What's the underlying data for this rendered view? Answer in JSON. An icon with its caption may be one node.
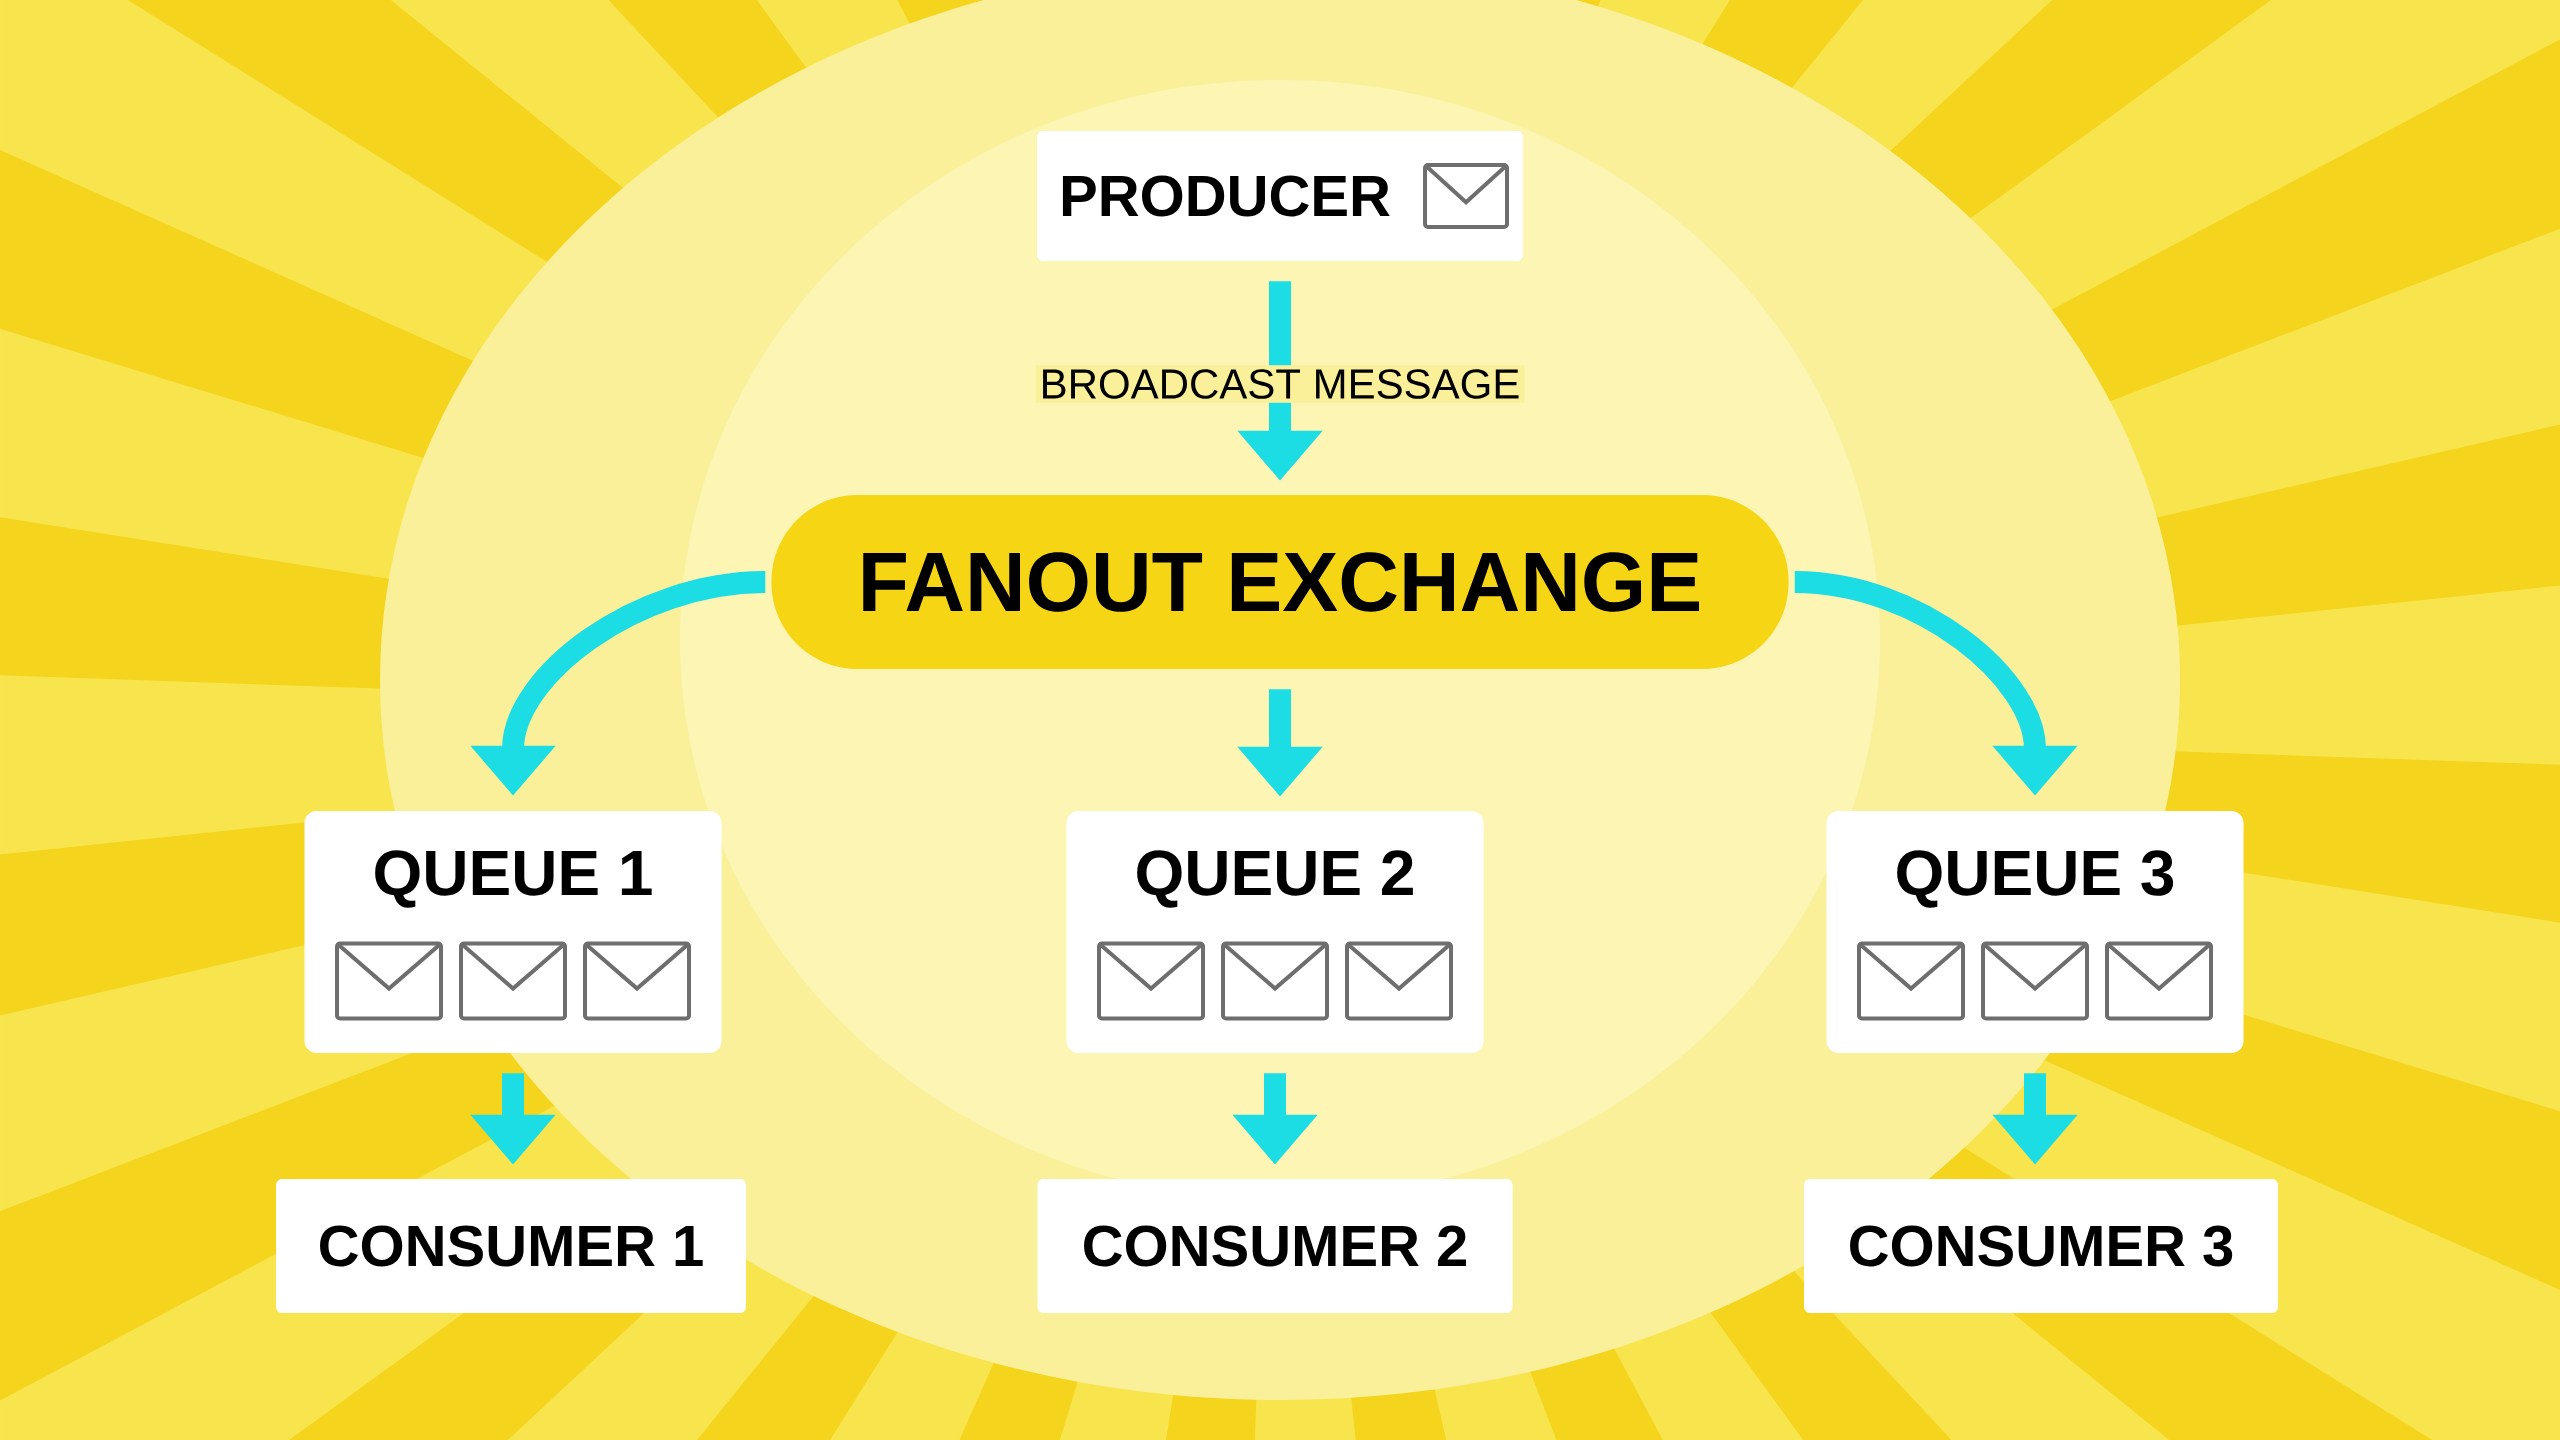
{
  "diagram": {
    "nodes": [
      {
        "text": [
          "PRODUCER"
        ]
      },
      {
        "text": [
          "FANOUT EXCHANGE"
        ]
      },
      {
        "text": [
          "QUEUE 1"
        ]
      },
      {
        "text": [
          "QUEUE 2"
        ]
      },
      {
        "text": [
          "QUEUE 3"
        ]
      },
      {
        "text": [
          "CONSUMER 1"
        ]
      },
      {
        "text": [
          "CONSUMER 2"
        ]
      },
      {
        "text": [
          "CONSUMER 3"
        ]
      }
    ],
    "edges": [
      {
        "from": 0,
        "to": 1,
        "arrow": "to",
        "label": "BROADCAST MESSAGE"
      },
      {
        "from": 1,
        "to": 2,
        "arrow": "to"
      },
      {
        "from": 1,
        "to": 3,
        "arrow": "to"
      },
      {
        "from": 1,
        "to": 4,
        "arrow": "to"
      },
      {
        "from": 2,
        "to": 5,
        "arrow": "to"
      },
      {
        "from": 3,
        "to": 6,
        "arrow": "to"
      },
      {
        "from": 4,
        "to": 7,
        "arrow": "to"
      }
    ]
  }
}
